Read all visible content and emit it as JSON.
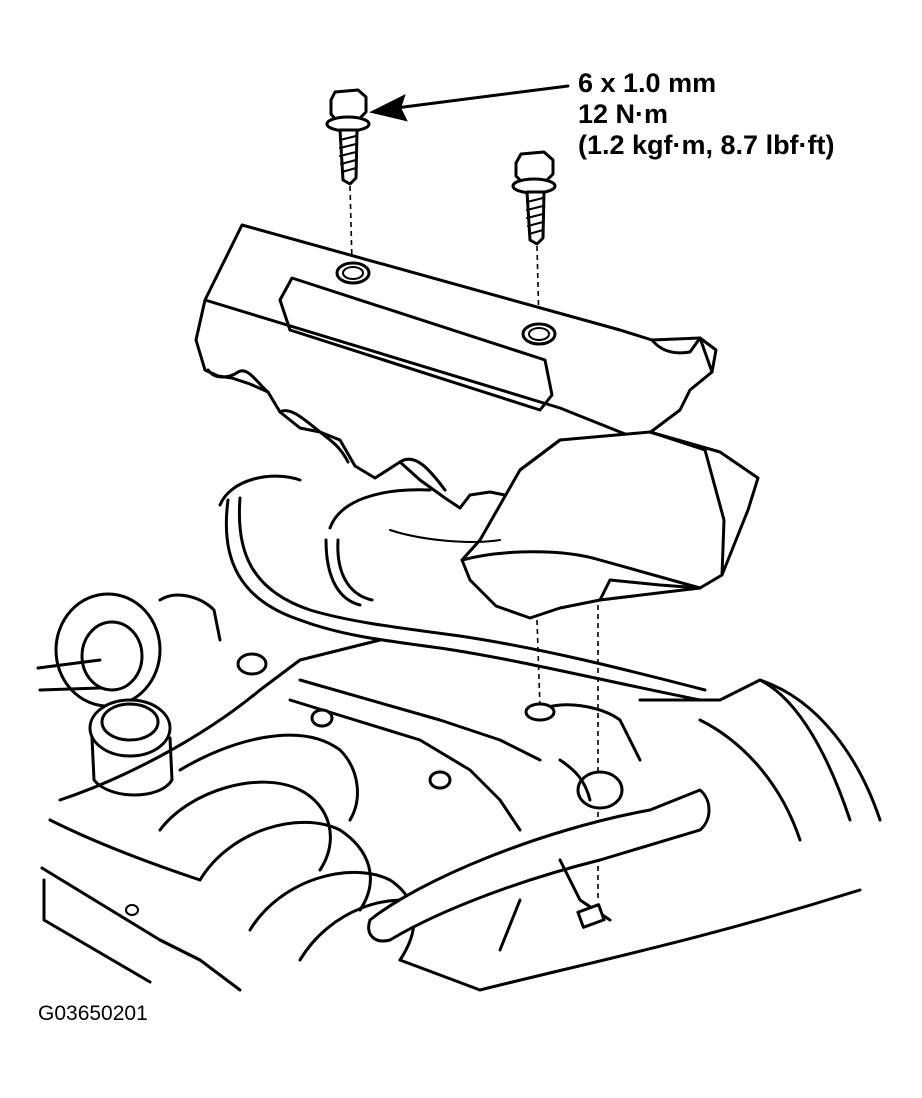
{
  "callout": {
    "line1": "6 x 1.0 mm",
    "line2": "12 N·m",
    "line3": "(1.2 kgf·m, 8.7 lbf·ft)"
  },
  "figure_code": "G03650201"
}
